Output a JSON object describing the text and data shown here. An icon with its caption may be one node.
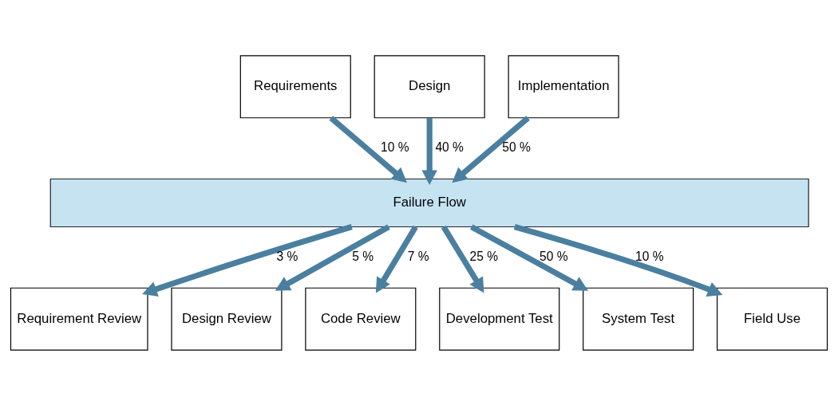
{
  "diagram": {
    "nodes": [
      {
        "text": [
          "Requirements"
        ]
      },
      {
        "text": [
          "Design"
        ]
      },
      {
        "text": [
          "Implementation"
        ]
      },
      {
        "text": [
          "Failure Flow"
        ]
      },
      {
        "text": [
          "Requirement Review"
        ]
      },
      {
        "text": [
          "Design Review"
        ]
      },
      {
        "text": [
          "Code Review"
        ]
      },
      {
        "text": [
          "Development Test"
        ]
      },
      {
        "text": [
          "System Test"
        ]
      },
      {
        "text": [
          "Field Use"
        ]
      }
    ],
    "edges": [
      {
        "from": 0,
        "to": 3,
        "arrow": "to",
        "label": "10 %"
      },
      {
        "from": 1,
        "to": 3,
        "arrow": "to",
        "label": "40 %"
      },
      {
        "from": 2,
        "to": 3,
        "arrow": "to",
        "label": "50 %"
      },
      {
        "from": 3,
        "to": 4,
        "arrow": "to",
        "label": "3 %"
      },
      {
        "from": 3,
        "to": 5,
        "arrow": "to",
        "label": "5 %"
      },
      {
        "from": 3,
        "to": 6,
        "arrow": "to",
        "label": "7 %"
      },
      {
        "from": 3,
        "to": 7,
        "arrow": "to",
        "label": "25 %"
      },
      {
        "from": 3,
        "to": 8,
        "arrow": "to",
        "label": "50 %"
      },
      {
        "from": 3,
        "to": 9,
        "arrow": "to",
        "label": "10 %"
      }
    ]
  }
}
